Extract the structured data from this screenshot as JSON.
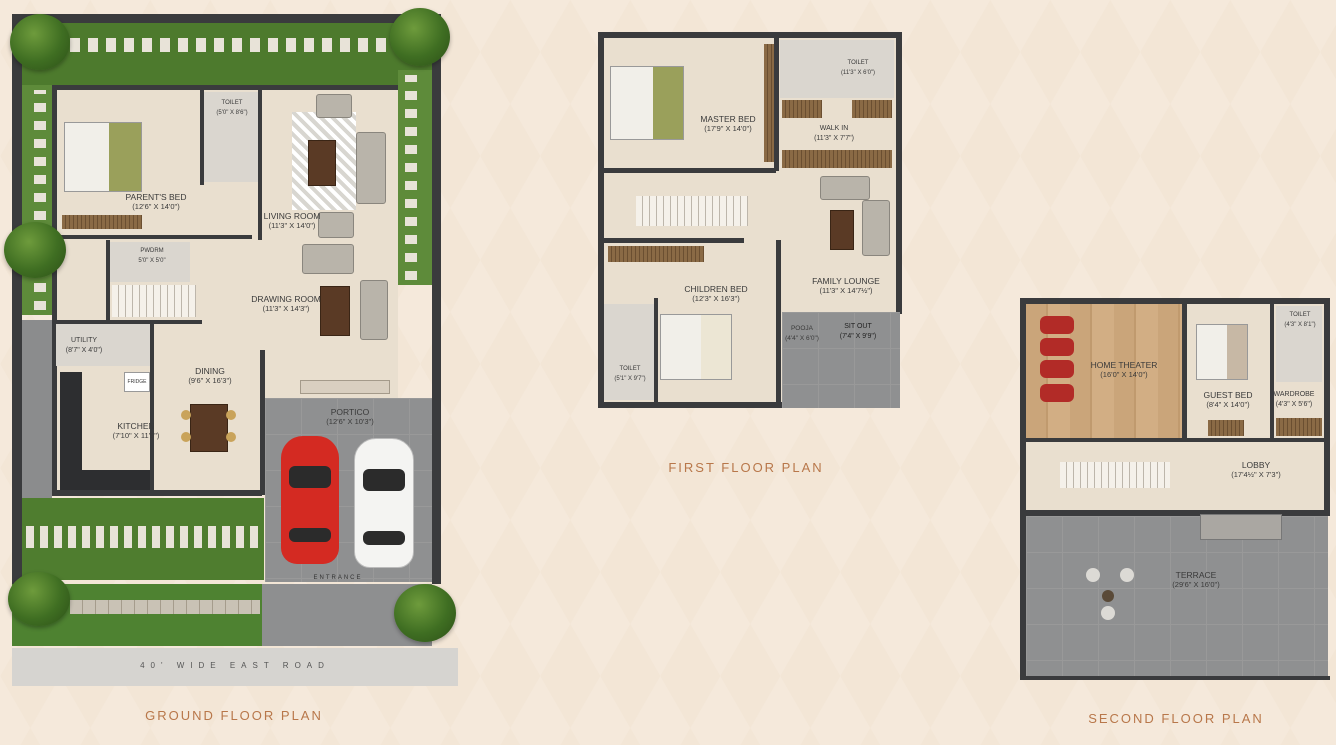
{
  "ground_floor": {
    "title": "GROUND FLOOR PLAN",
    "road": "40' WIDE EAST ROAD",
    "entrance": "ENTRANCE",
    "rooms": {
      "parents_bed": {
        "name": "PARENT'S BED",
        "dim": "(12'6\" X 14'0\")"
      },
      "toilet": {
        "name": "TOILET",
        "dim": "(5'0\" X 8'6\")"
      },
      "living_room": {
        "name": "LIVING ROOM",
        "dim": "(11'3\" X 14'0\")"
      },
      "pwdrm": {
        "name": "PWDRM",
        "dim": "5'0\" X 5'0\""
      },
      "drawing_room": {
        "name": "DRAWING ROOM",
        "dim": "(11'3\" X 14'3\")"
      },
      "utility": {
        "name": "UTILITY",
        "dim": "(8'7\" X 4'0\")"
      },
      "dining": {
        "name": "DINING",
        "dim": "(9'6\" X 16'3\")"
      },
      "kitchen": {
        "name": "KITCHEN",
        "dim": "(7'10\" X 11'9\")"
      },
      "portico": {
        "name": "PORTICO",
        "dim": "(12'6\" X 10'3\")"
      }
    },
    "fridge": "FRIDGE"
  },
  "first_floor": {
    "title": "FIRST FLOOR PLAN",
    "rooms": {
      "master_bed": {
        "name": "MASTER BED",
        "dim": "(17'9\" X 14'0\")"
      },
      "toilet": {
        "name": "TOILET",
        "dim": "(11'3\" X 6'0\")"
      },
      "walk_in": {
        "name": "WALK IN",
        "dim": "(11'3\" X 7'7\")"
      },
      "children_bed": {
        "name": "CHILDREN BED",
        "dim": "(12'3\" X 16'3\")"
      },
      "family_lounge": {
        "name": "FAMILY LOUNGE",
        "dim": "(11'3\" X 14'7½\")"
      },
      "toilet2": {
        "name": "TOILET",
        "dim": "(5'1\" X 9'7\")"
      },
      "pooja": {
        "name": "POOJA",
        "dim": "(4'4\" X 6'0\")"
      },
      "sit_out": {
        "name": "SIT OUT",
        "dim": "(7'4\" X 9'9\")"
      }
    }
  },
  "second_floor": {
    "title": "SECOND FLOOR PLAN",
    "rooms": {
      "home_theater": {
        "name": "HOME THEATER",
        "dim": "(16'0\" X 14'0\")"
      },
      "guest_bed": {
        "name": "GUEST BED",
        "dim": "(8'4\" X 14'0\")"
      },
      "toilet": {
        "name": "TOILET",
        "dim": "(4'3\" X 8'1\")"
      },
      "wardrobe": {
        "name": "WARDROBE",
        "dim": "(4'3\" X 5'6\")"
      },
      "lobby": {
        "name": "LOBBY",
        "dim": "(17'4½\" X 7'3\")"
      },
      "terrace": {
        "name": "TERRACE",
        "dim": "(29'6\" X 16'0\")"
      }
    }
  },
  "colors": {
    "background": "#f3e6d6",
    "title": "#b8774a",
    "wall": "#3a3b3d",
    "car_red": "#d42a22",
    "car_white": "#f4f4f2"
  }
}
